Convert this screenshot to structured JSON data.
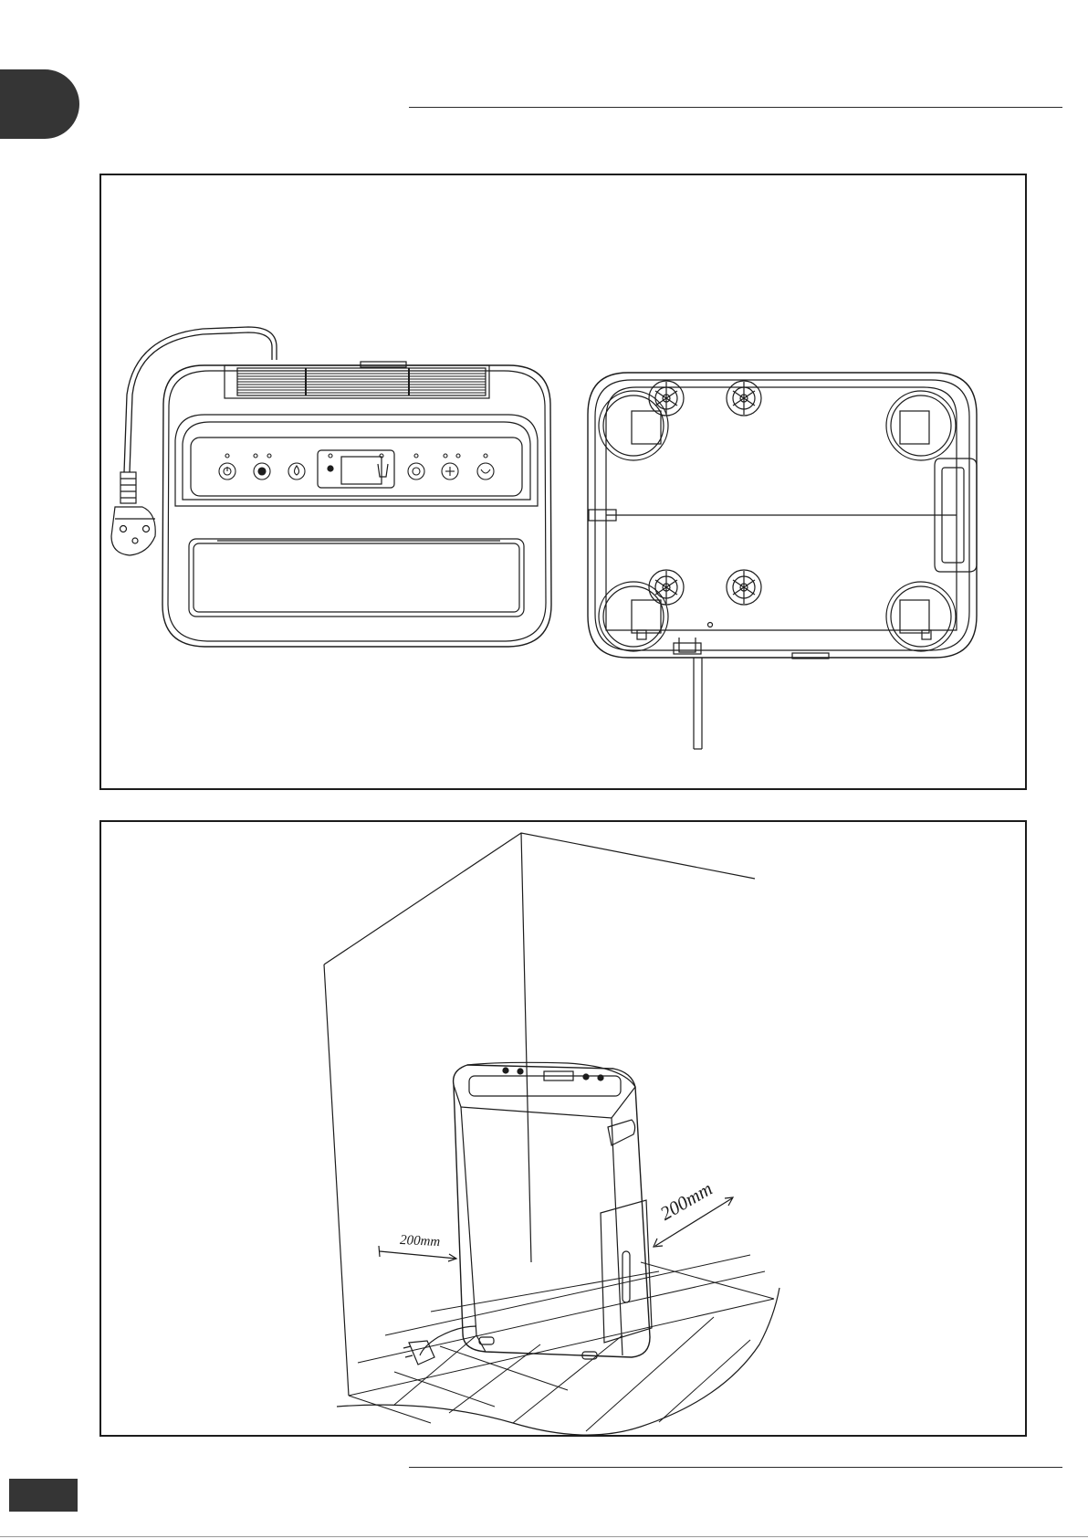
{
  "figure_2": {
    "left_clearance": "200mm",
    "right_clearance": "200mm"
  },
  "icons": {
    "chapter_tab": "language-tab",
    "page_number_tab": "page-number-tab",
    "plug": "schuko-plug-icon",
    "dehumidifier": "dehumidifier-icon"
  },
  "colors": {
    "ink": "#1c1c1c",
    "tab": "#353535"
  }
}
